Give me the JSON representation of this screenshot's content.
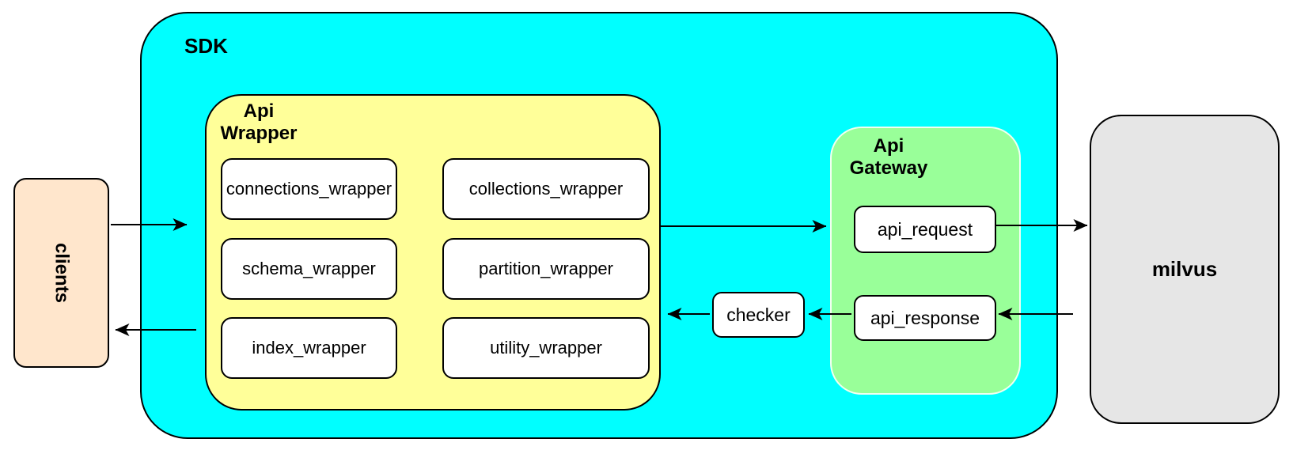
{
  "diagram": {
    "nodes": {
      "clients": {
        "label": "clients"
      },
      "sdk": {
        "label": "SDK"
      },
      "api_wrapper": {
        "label_line1": "Api",
        "label_line2": "Wrapper",
        "boxes": [
          "connections_wrapper",
          "collections_wrapper",
          "schema_wrapper",
          "partition_wrapper",
          "index_wrapper",
          "utility_wrapper"
        ]
      },
      "checker": {
        "label": "checker"
      },
      "api_gateway": {
        "label_line1": "Api",
        "label_line2": "Gateway",
        "request_label": "api_request",
        "response_label": "api_response"
      },
      "milvus": {
        "label": "milvus"
      }
    },
    "edges": [
      {
        "from": "clients",
        "to": "api_wrapper",
        "direction": "right"
      },
      {
        "from": "api_wrapper",
        "to": "clients",
        "direction": "left"
      },
      {
        "from": "api_wrapper",
        "to": "api_gateway",
        "direction": "right"
      },
      {
        "from": "api_request",
        "to": "milvus",
        "direction": "right"
      },
      {
        "from": "milvus",
        "to": "api_response",
        "direction": "left"
      },
      {
        "from": "api_response",
        "to": "checker",
        "direction": "left"
      },
      {
        "from": "checker",
        "to": "api_wrapper",
        "direction": "left"
      }
    ],
    "colors": {
      "sdk-fill": "#00FFFF",
      "wrapper-fill": "#FFFF99",
      "gateway-fill": "#99FF99",
      "clients-fill": "#FFE6CC",
      "milvus-fill": "#E6E6E6",
      "node-fill": "#FFFFFF",
      "stroke": "#000000"
    }
  }
}
